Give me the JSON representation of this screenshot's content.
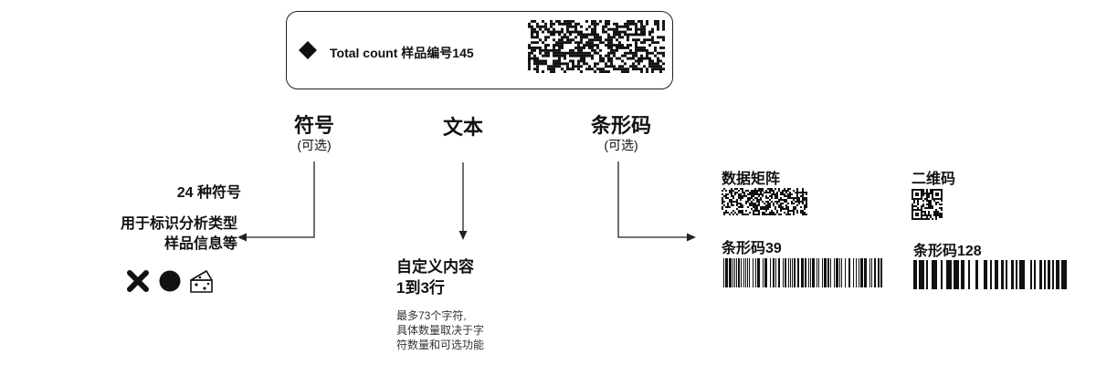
{
  "label_preview": {
    "text": "Total count  样品编号145",
    "symbol_icon": "diamond-icon",
    "code_icon": "data-matrix-icon"
  },
  "sections": {
    "symbol": {
      "title": "符号",
      "subtitle": "(可选)"
    },
    "text": {
      "title": "文本"
    },
    "barcode": {
      "title": "条形码",
      "subtitle": "(可选)"
    }
  },
  "symbol_details": {
    "count": "24 种符号",
    "description_line1": "用于标识分析类型",
    "description_line2": "样品信息等",
    "icons": [
      "cross-icon",
      "circle-icon",
      "cheese-icon"
    ]
  },
  "text_details": {
    "content_title": "自定义内容",
    "lines": "1到3行",
    "note_line1": "最多73个字符,",
    "note_line2": "具体数量取决于字",
    "note_line3": "符数量和可选功能"
  },
  "barcode_details": {
    "data_matrix_label": "数据矩阵",
    "qr_label": "二维码",
    "code39_label": "条形码39",
    "code128_label": "条形码128"
  },
  "colors": {
    "ink": "#111111",
    "line": "#222222"
  }
}
